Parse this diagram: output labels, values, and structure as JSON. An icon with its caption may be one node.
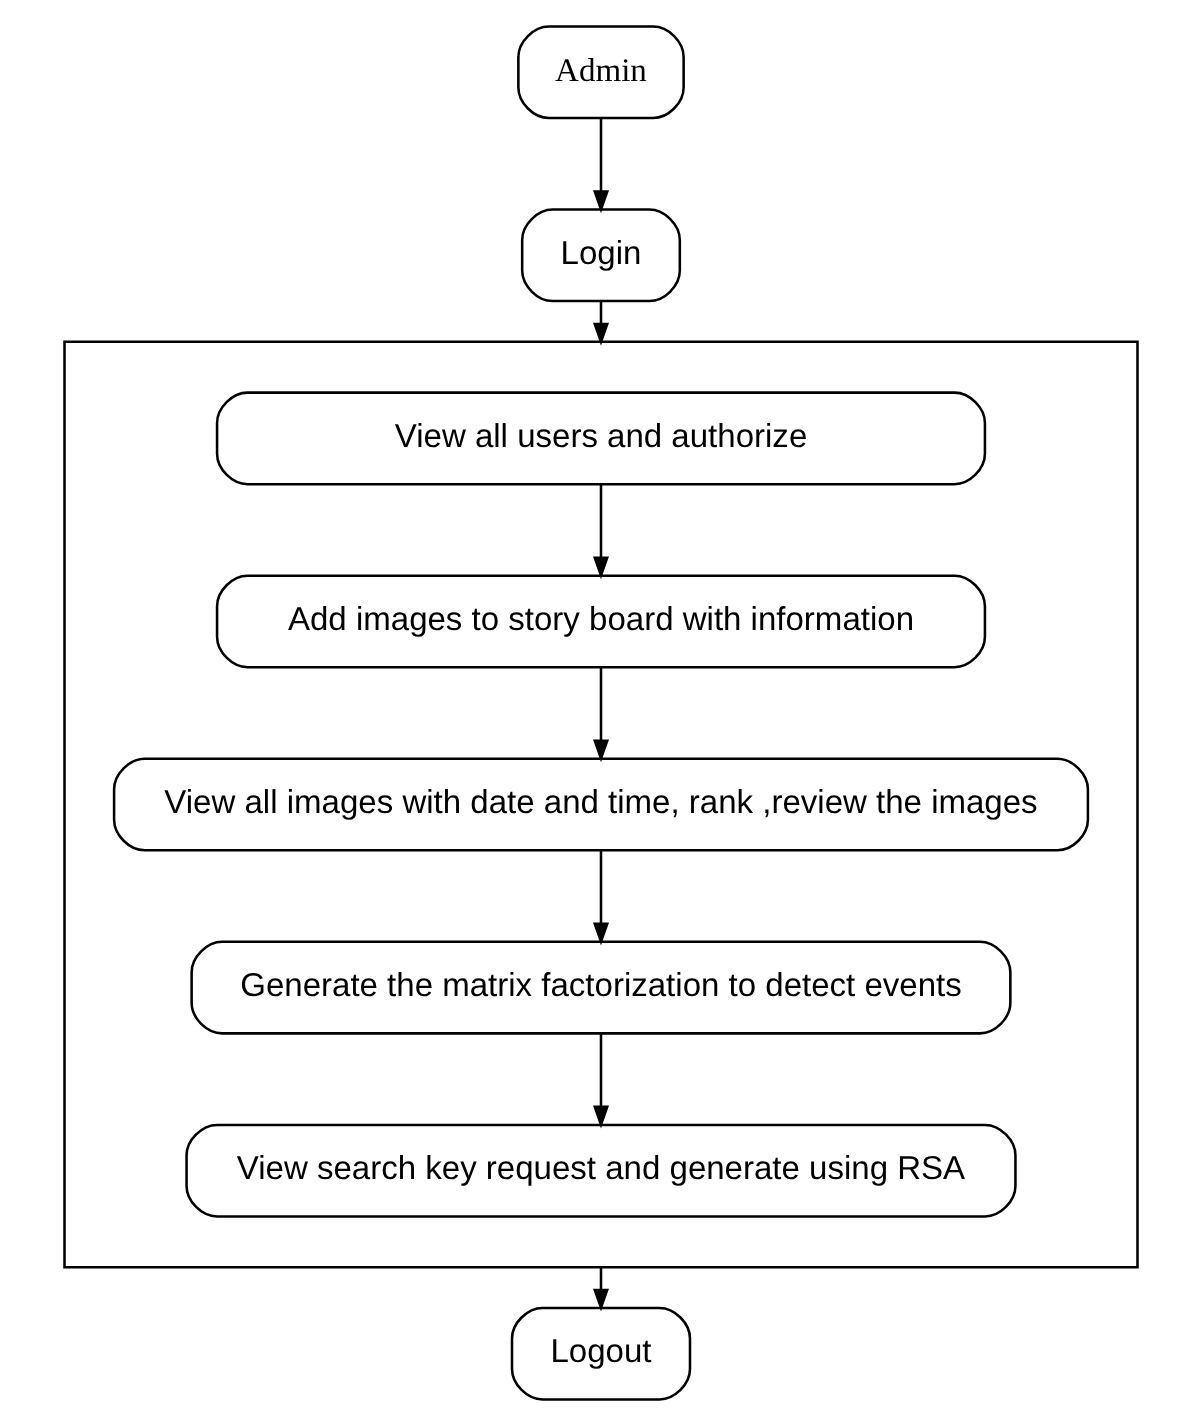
{
  "diagram": {
    "nodes": [
      {
        "text": [
          "Admin"
        ]
      },
      {
        "text": [
          "Login"
        ]
      },
      {
        "text": [],
        "shape": "box"
      },
      {
        "text": [
          "View all users and authorize"
        ],
        "in": 2
      },
      {
        "text": [
          "Add images to story board with information"
        ],
        "in": 2
      },
      {
        "text": [
          "View all images with date and time, rank ,review the images"
        ],
        "in": 2
      },
      {
        "text": [
          "Generate the matrix factorization to detect events"
        ],
        "in": 2
      },
      {
        "text": [
          "View search key request and generate using RSA"
        ],
        "in": 2
      },
      {
        "text": [
          "Logout"
        ]
      }
    ],
    "edges": [
      {
        "from": 0,
        "to": 1,
        "arrow": "to"
      },
      {
        "from": 1,
        "to": 2,
        "arrow": "to"
      },
      {
        "from": 3,
        "to": 4,
        "arrow": "to"
      },
      {
        "from": 4,
        "to": 5,
        "arrow": "to"
      },
      {
        "from": 5,
        "to": 6,
        "arrow": "to"
      },
      {
        "from": 6,
        "to": 7,
        "arrow": "to"
      },
      {
        "from": 2,
        "to": 8,
        "arrow": "to"
      }
    ]
  }
}
